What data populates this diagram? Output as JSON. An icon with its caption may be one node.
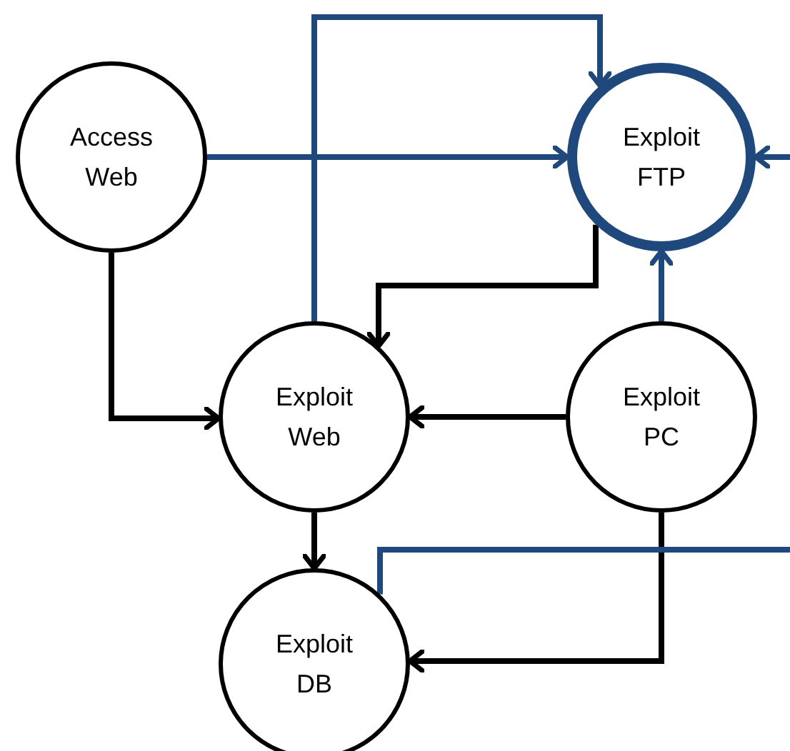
{
  "diagram": {
    "nodes": [
      {
        "text": [
          "Access Web"
        ]
      },
      {
        "text": [
          "Exploit FTP"
        ]
      },
      {
        "text": [
          "Exploit Web"
        ]
      },
      {
        "text": [
          "Exploit PC"
        ]
      },
      {
        "text": [
          "Exploit DB"
        ]
      }
    ],
    "edges": [
      {
        "from": 0,
        "to": 1,
        "arrow": "to",
        "color": "#1f497d"
      },
      {
        "from": 0,
        "to": 2,
        "arrow": "to",
        "color": "#000000"
      },
      {
        "from": 1,
        "to": 2,
        "arrow": "to",
        "color": "#000000"
      },
      {
        "from": 2,
        "to": 1,
        "arrow": "to",
        "color": "#1f497d"
      },
      {
        "from": 3,
        "to": 2,
        "arrow": "to",
        "color": "#000000"
      },
      {
        "from": 3,
        "to": 1,
        "arrow": "to",
        "color": "#1f497d"
      },
      {
        "from": 2,
        "to": 4,
        "arrow": "to",
        "color": "#000000"
      },
      {
        "from": 3,
        "to": 4,
        "arrow": "to",
        "color": "#000000"
      },
      {
        "from": 4,
        "to": null,
        "arrow": "none",
        "color": "#1f497d"
      },
      {
        "from": null,
        "to": 1,
        "arrow": "to",
        "color": "#1f497d"
      }
    ]
  }
}
